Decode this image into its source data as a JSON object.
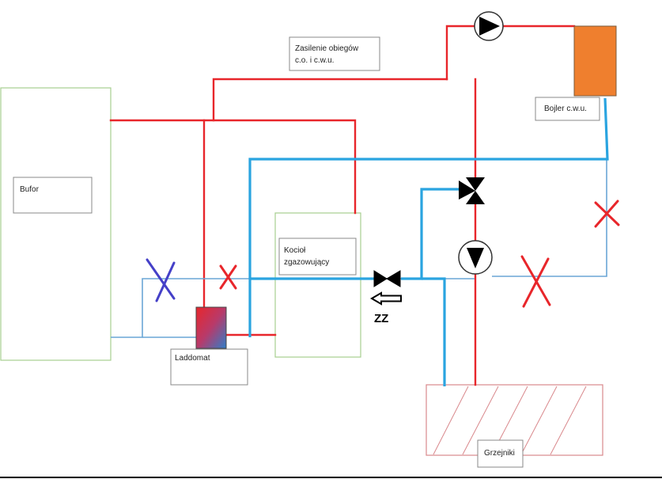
{
  "labels": {
    "supply": [
      "Zasilenie obiegów",
      "c.o. i c.w.u."
    ],
    "boiler_dhw": "Bojler c.w.u.",
    "buffer": "Bufor",
    "gasifying_boiler": [
      "Kocioł",
      "zgazowujący"
    ],
    "laddomat": "Laddomat",
    "radiators": "Grzejniki",
    "zz": "ZZ"
  },
  "colors": {
    "supply_pipe": "#e8262b",
    "return_pipe": "#2aa4e0",
    "return_pipe_thin": "#6aa6d6",
    "box_border": "#a6cf8f",
    "label_box_border": "#888888",
    "boiler_fill": "#ef7f2e",
    "cross_red": "#e8262b",
    "cross_blue": "#4540c8",
    "radiator_hatch": "#d9888c"
  }
}
